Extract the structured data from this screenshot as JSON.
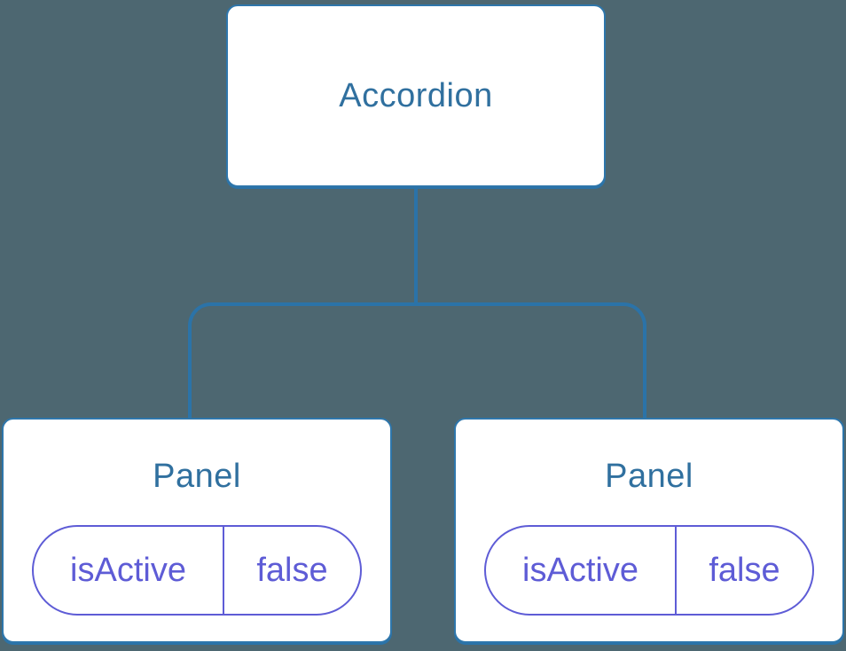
{
  "colors": {
    "bg": "#4D6771",
    "line": "#2B73A8",
    "box_border": "#2E76AB",
    "box_fill": "#FFFFFF",
    "title_text": "#30709F",
    "state_accent": "#5E5CD6"
  },
  "diagram": {
    "type": "component-tree",
    "root": {
      "label": "Accordion"
    },
    "children": [
      {
        "label": "Panel",
        "state": {
          "key": "isActive",
          "value": "false"
        }
      },
      {
        "label": "Panel",
        "state": {
          "key": "isActive",
          "value": "false"
        }
      }
    ]
  }
}
